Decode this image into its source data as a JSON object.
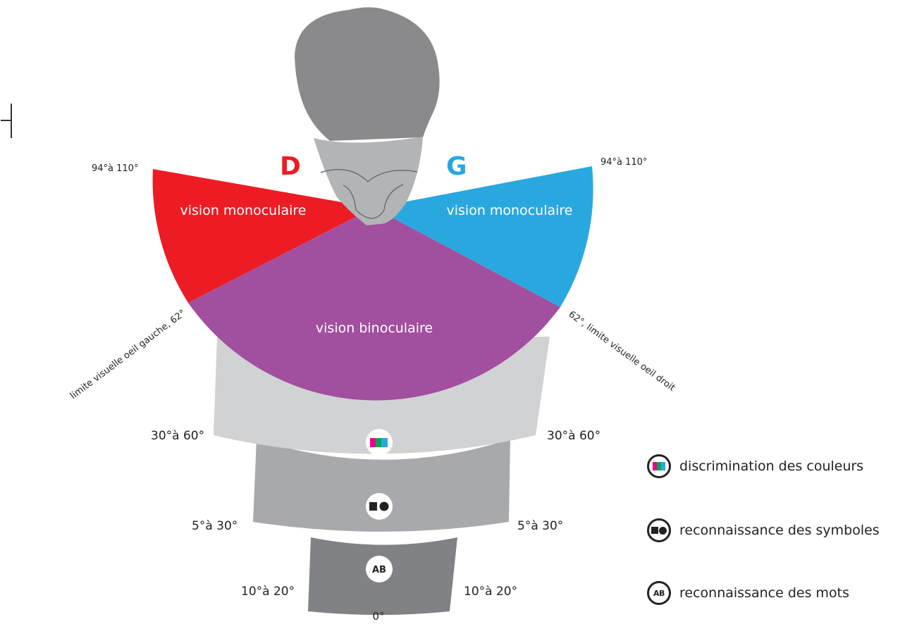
{
  "eyes": {
    "right": "D",
    "left": "G"
  },
  "zones": {
    "monocular_right": "vision monoculaire",
    "monocular_left": "vision monoculaire",
    "binocular": "vision binoculaire"
  },
  "angles": {
    "mono_right": "94°à 110°",
    "mono_left": "94°à 110°",
    "limit_left_eye": "limite visuelle oeil gauche, 62°",
    "limit_right_eye": "62°, limite visuelle oeil droit",
    "color_left": "30°à 60°",
    "color_right": "30°à 60°",
    "symbol_left": "5°à 30°",
    "symbol_right": "5°à 30°",
    "word_left": "10°à 20°",
    "word_right": "10°à 20°",
    "center": "0°"
  },
  "legend": {
    "colors": "discrimination des couleurs",
    "symbols": "reconnaissance des symboles",
    "words": "reconnaissance des mots",
    "words_icon": "AB"
  },
  "palette": {
    "right_red": "#ED1C24",
    "left_blue": "#29A8E0",
    "binocular_purple": "#A24F9F",
    "band_light": "#D1D2D4",
    "band_mid": "#A8A9AC",
    "band_dark": "#808285",
    "head": "#8A8A8D",
    "face": "#B3B4B6"
  },
  "icons": {
    "colors": "color-swatch-icon",
    "symbols": "square-circle-icon",
    "words": "ab-letters-icon"
  }
}
